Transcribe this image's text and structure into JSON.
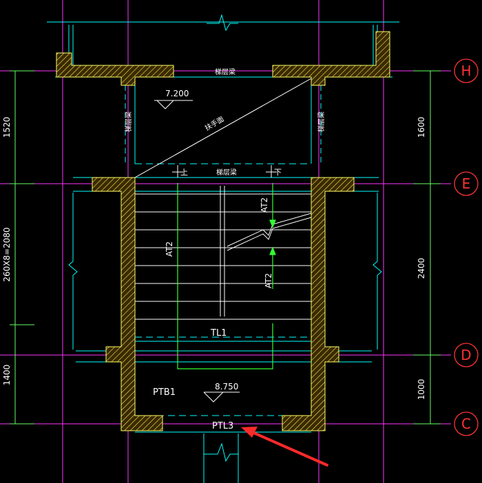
{
  "grid_axes": [
    "H",
    "E",
    "D",
    "C"
  ],
  "levels": {
    "upper": "7.200",
    "lower": "8.750"
  },
  "labels": {
    "handrail": "扶手面",
    "floor_beam_top": "梯层梁",
    "floor_beam_left": "梯层梁",
    "floor_beam_right": "梯层梁",
    "floor_beam_mid": "梯层梁",
    "up": "上",
    "down": "下",
    "at2_left": "AT2",
    "at2_right_top": "AT2",
    "at2_right_bottom": "AT2",
    "tl1": "TL1",
    "ptb1": "PTB1",
    "ptl3": "PTL3"
  },
  "dims_left": [
    "1520",
    "260X8=2080",
    "1400"
  ],
  "dims_right": [
    "1600",
    "2400",
    "1000"
  ],
  "colors": {
    "background": "#000000",
    "grid": "#ff33ff",
    "outline": "#00ffff",
    "wall_hatch": "#ffff66",
    "dim": "#66ff66",
    "text": "#ffffff",
    "bubble": "#ff3333",
    "arrow": "#ff2a2a"
  }
}
